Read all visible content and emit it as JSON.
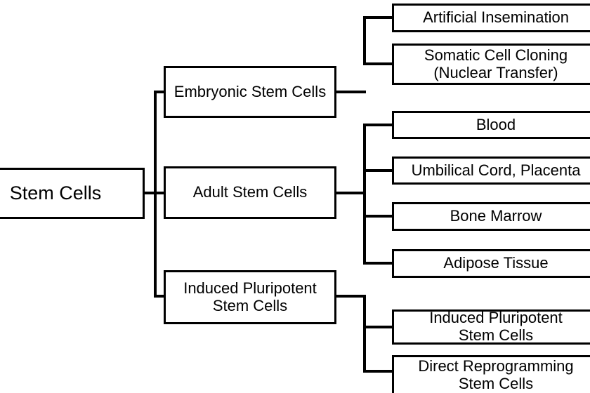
{
  "diagram": {
    "title": "Stem Cells",
    "type": "hierarchy-tree",
    "orientation": "left-to-right",
    "colors": {
      "background": "#ffffff",
      "box_border": "#000000",
      "box_fill": "#ffffff",
      "connector": "#000000",
      "text": "#000000"
    },
    "root": {
      "label": "Stem Cells"
    },
    "level2": [
      {
        "id": "esc",
        "label": "Embryonic Stem Cells"
      },
      {
        "id": "asc",
        "label": "Adult Stem Cells"
      },
      {
        "id": "ipsc",
        "label": "Induced Pluripotent\nStem Cells"
      }
    ],
    "level3": {
      "esc": [
        {
          "id": "ai",
          "label": "Artificial Insemination"
        },
        {
          "id": "scc",
          "label": "Somatic Cell Cloning\n(Nuclear Transfer)"
        }
      ],
      "asc": [
        {
          "id": "blood",
          "label": "Blood"
        },
        {
          "id": "ucp",
          "label": "Umbilical Cord, Placenta"
        },
        {
          "id": "bm",
          "label": "Bone Marrow"
        },
        {
          "id": "at",
          "label": "Adipose Tissue"
        }
      ],
      "ipsc": [
        {
          "id": "ipsc2",
          "label": "Induced Pluripotent\nStem Cells"
        },
        {
          "id": "drsc",
          "label": "Direct Reprogramming\nStem Cells"
        }
      ]
    }
  }
}
